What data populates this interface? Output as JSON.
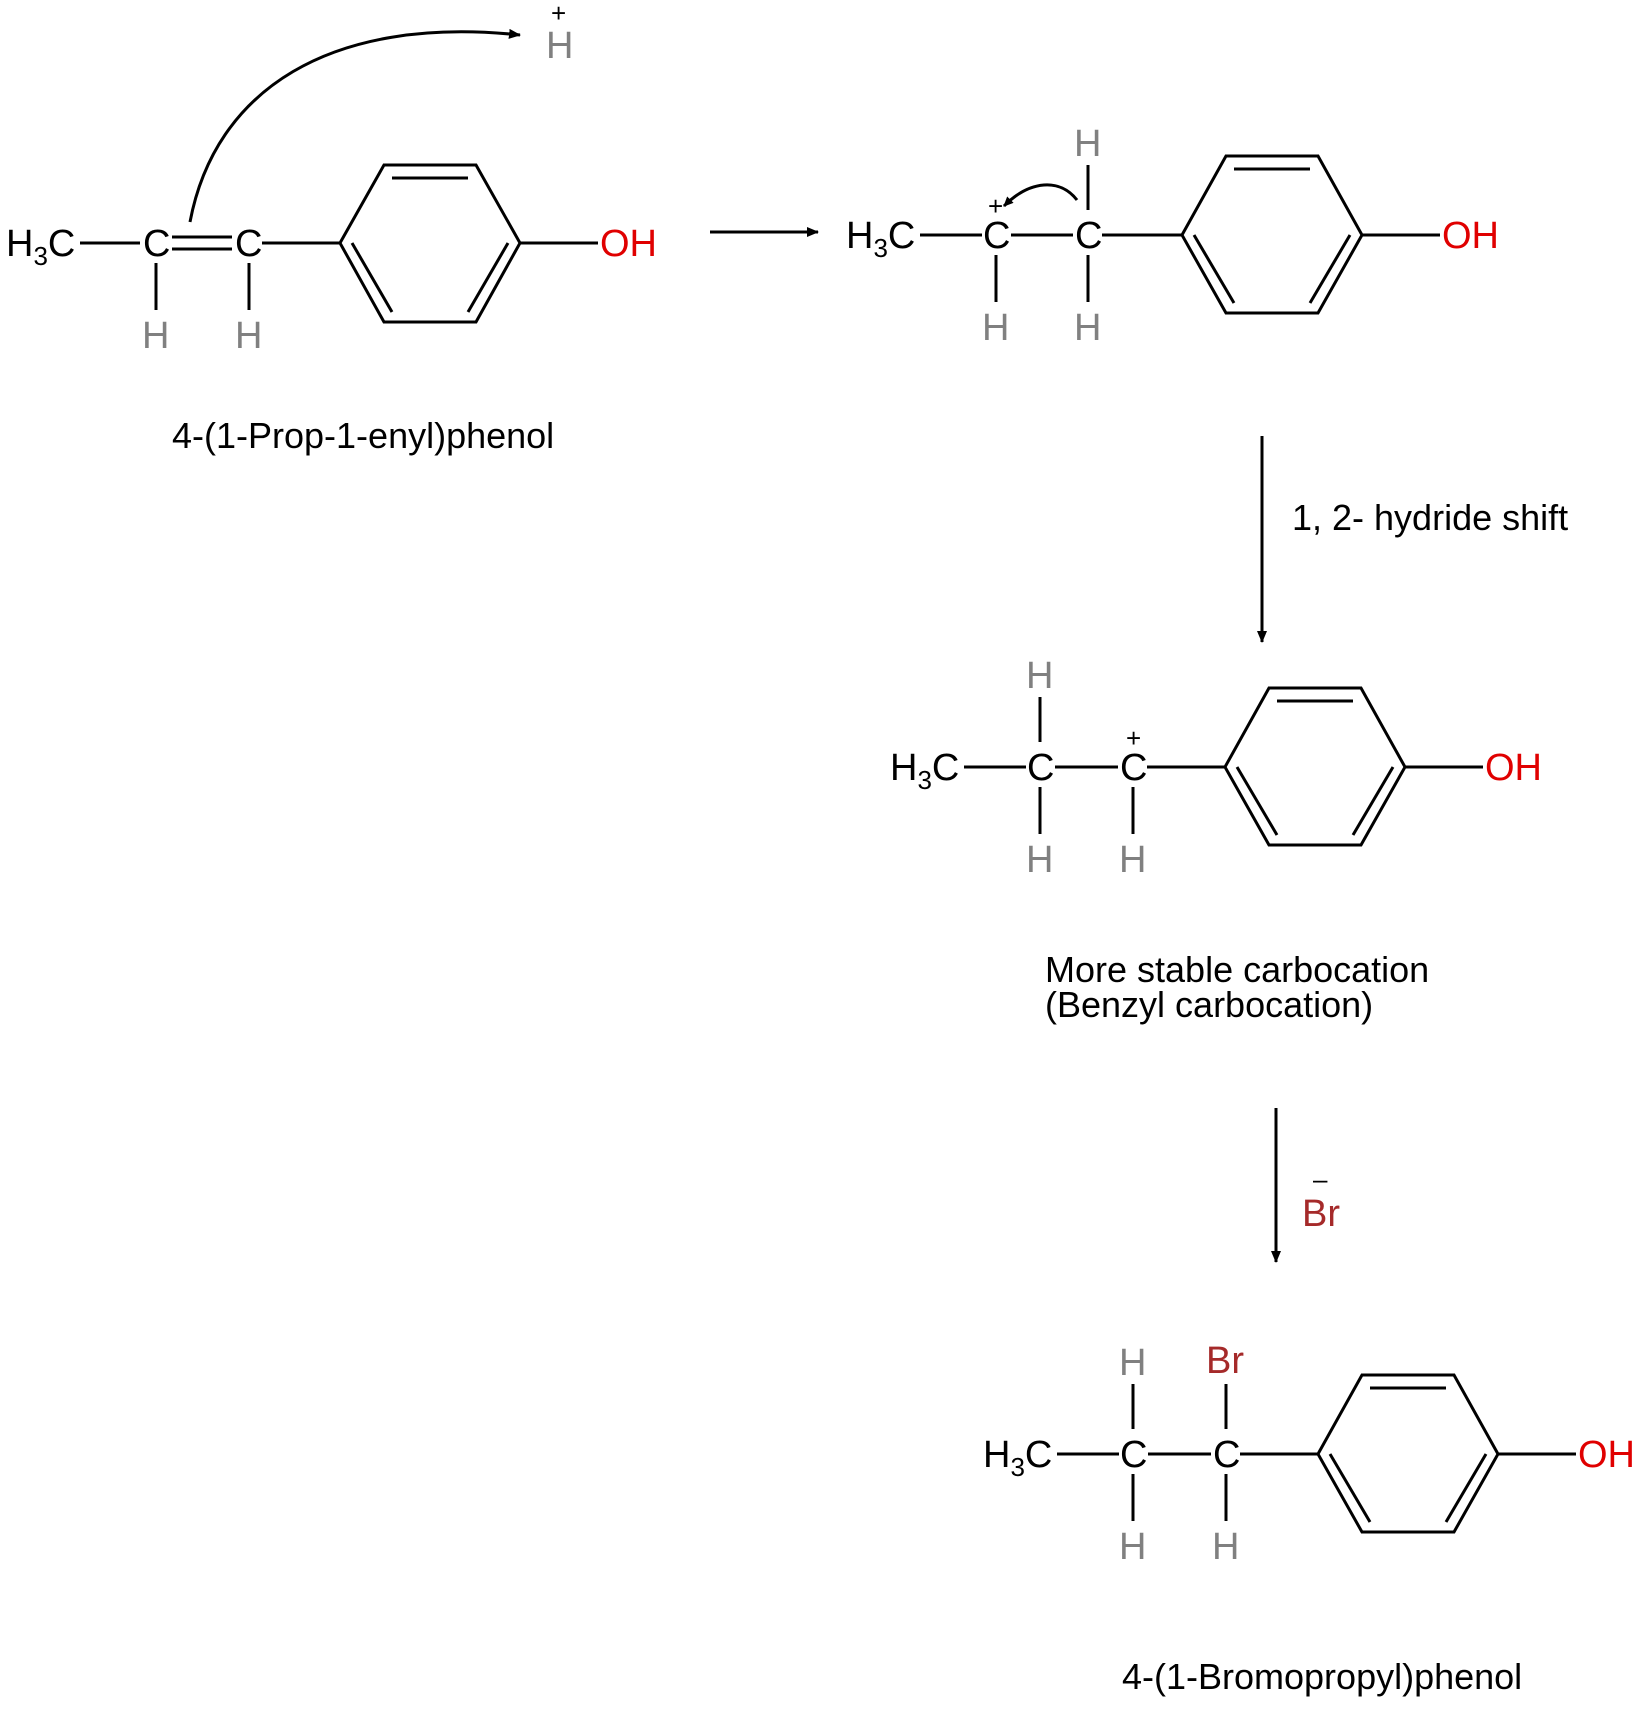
{
  "atoms": {
    "H3C_main": "H",
    "H3C_sub": "3",
    "H3C_C": "C",
    "C": "C",
    "H": "H",
    "OH": "OH",
    "Br": "Br",
    "plus": "+",
    "minus": "–"
  },
  "labels": {
    "reactant_name": "4-(1-Prop-1-enyl)phenol",
    "step2_condition": "1, 2- hydride shift",
    "carbocation_line1": "More stable carbocation",
    "carbocation_line2": "(Benzyl carbocation)",
    "product_name": "4-(1-Bromopropyl)phenol"
  },
  "colors": {
    "oxygen": "#e00000",
    "hydrogen": "#808080",
    "bromine": "#a52a2a",
    "bond": "#000000"
  }
}
